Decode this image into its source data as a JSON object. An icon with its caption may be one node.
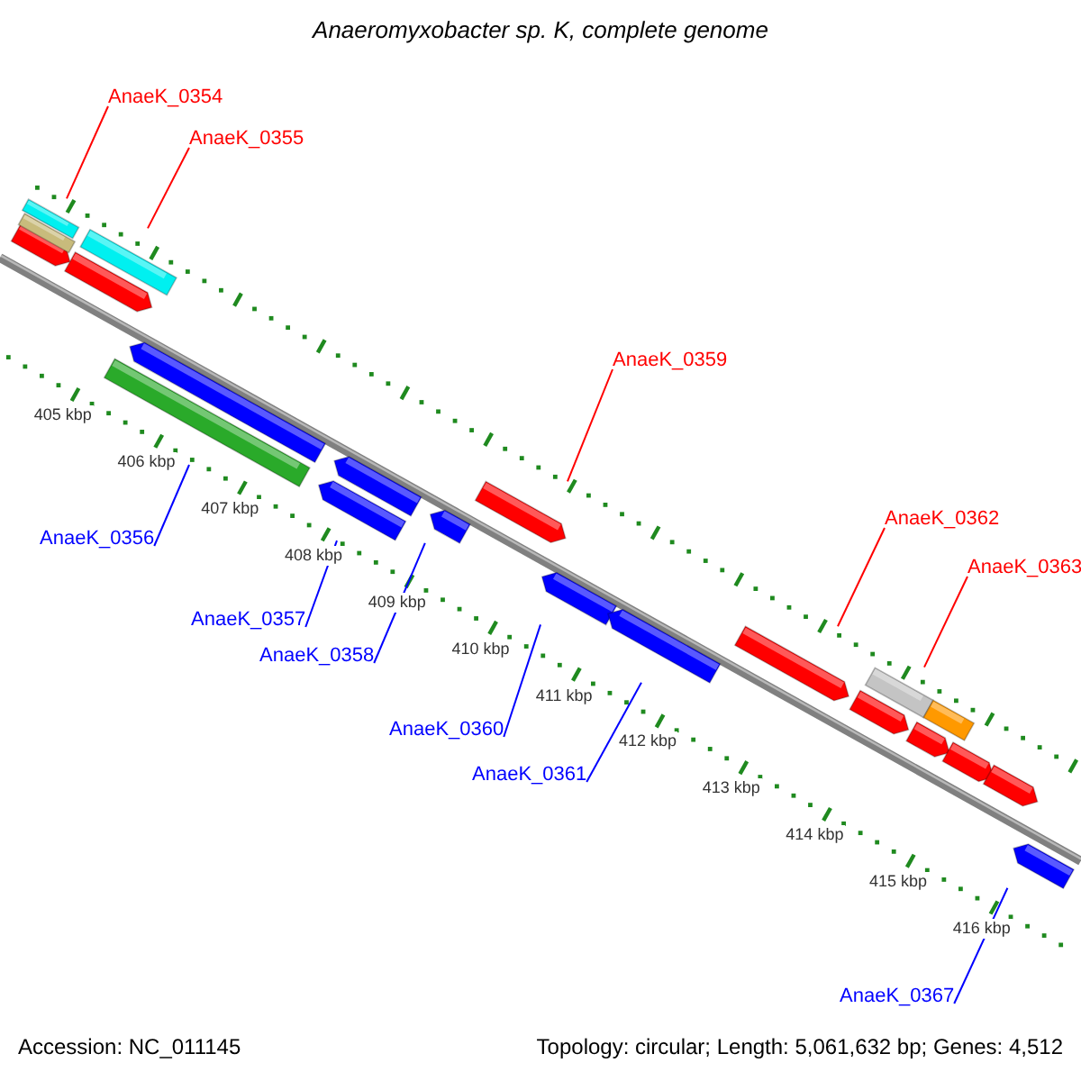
{
  "diagram": {
    "title": "Anaeromyxobacter sp. K, complete genome",
    "nodes": [
      {
        "text": [
          "AnaeK_0354"
        ]
      },
      {
        "text": [
          "AnaeK_0355"
        ]
      },
      {
        "text": [
          "AnaeK_0359"
        ]
      },
      {
        "text": [
          "AnaeK_0362"
        ]
      },
      {
        "text": [
          "AnaeK_0363"
        ]
      },
      {
        "text": [
          "AnaeK_0356"
        ]
      },
      {
        "text": [
          "AnaeK_0357"
        ]
      },
      {
        "text": [
          "AnaeK_0358"
        ]
      },
      {
        "text": [
          "AnaeK_0360"
        ]
      },
      {
        "text": [
          "AnaeK_0361"
        ]
      },
      {
        "text": [
          "AnaeK_0367"
        ]
      },
      {
        "text": [],
        "shape": "arrow"
      },
      {
        "text": [],
        "shape": "box"
      },
      {
        "text": [],
        "shape": "box"
      },
      {
        "text": [],
        "shape": "box"
      },
      {
        "text": [],
        "shape": "arrow"
      },
      {
        "text": [],
        "shape": "arrow"
      },
      {
        "text": [],
        "shape": "box"
      },
      {
        "text": [],
        "shape": "arrow"
      },
      {
        "text": [],
        "shape": "arrow"
      },
      {
        "text": [],
        "shape": "arrow"
      },
      {
        "text": [],
        "shape": "arrow"
      },
      {
        "text": [],
        "shape": "arrow"
      },
      {
        "text": [],
        "shape": "arrow"
      },
      {
        "text": [],
        "shape": "arrow"
      },
      {
        "text": [],
        "shape": "box"
      },
      {
        "text": [],
        "shape": "arrow"
      },
      {
        "text": [],
        "shape": "box"
      },
      {
        "text": [],
        "shape": "arrow"
      },
      {
        "text": [],
        "shape": "arrow"
      },
      {
        "text": [],
        "shape": "arrow"
      },
      {
        "text": [],
        "shape": "arrow"
      }
    ],
    "edges": [
      {
        "from": 0,
        "to": 13,
        "arrow": "none",
        "color": "#ff0000"
      },
      {
        "from": 1,
        "to": 14,
        "arrow": "none",
        "color": "#ff0000"
      },
      {
        "from": 2,
        "to": 21,
        "arrow": "none",
        "color": "#ff0000"
      },
      {
        "from": 3,
        "to": 24,
        "arrow": "none",
        "color": "#ff0000"
      },
      {
        "from": 4,
        "to": 25,
        "arrow": "none",
        "color": "#ff0000"
      },
      {
        "from": 5,
        "to": 17,
        "arrow": "none"
      },
      {
        "from": 6,
        "to": 19,
        "arrow": "none"
      },
      {
        "from": 7,
        "to": 20,
        "arrow": "none"
      },
      {
        "from": 8,
        "to": 22,
        "arrow": "none"
      },
      {
        "from": 9,
        "to": 23,
        "arrow": "none"
      },
      {
        "from": 10,
        "to": 31,
        "arrow": "none"
      }
    ],
    "labels": [
      "405 kbp",
      "406 kbp",
      "407 kbp",
      "408 kbp",
      "409 kbp",
      "410 kbp",
      "411 kbp",
      "412 kbp",
      "413 kbp",
      "414 kbp",
      "415 kbp",
      "416 kbp",
      "Accession: NC_011145",
      "Topology: circular; Length: 5,061,632 bp; Genes: 4,512"
    ]
  }
}
